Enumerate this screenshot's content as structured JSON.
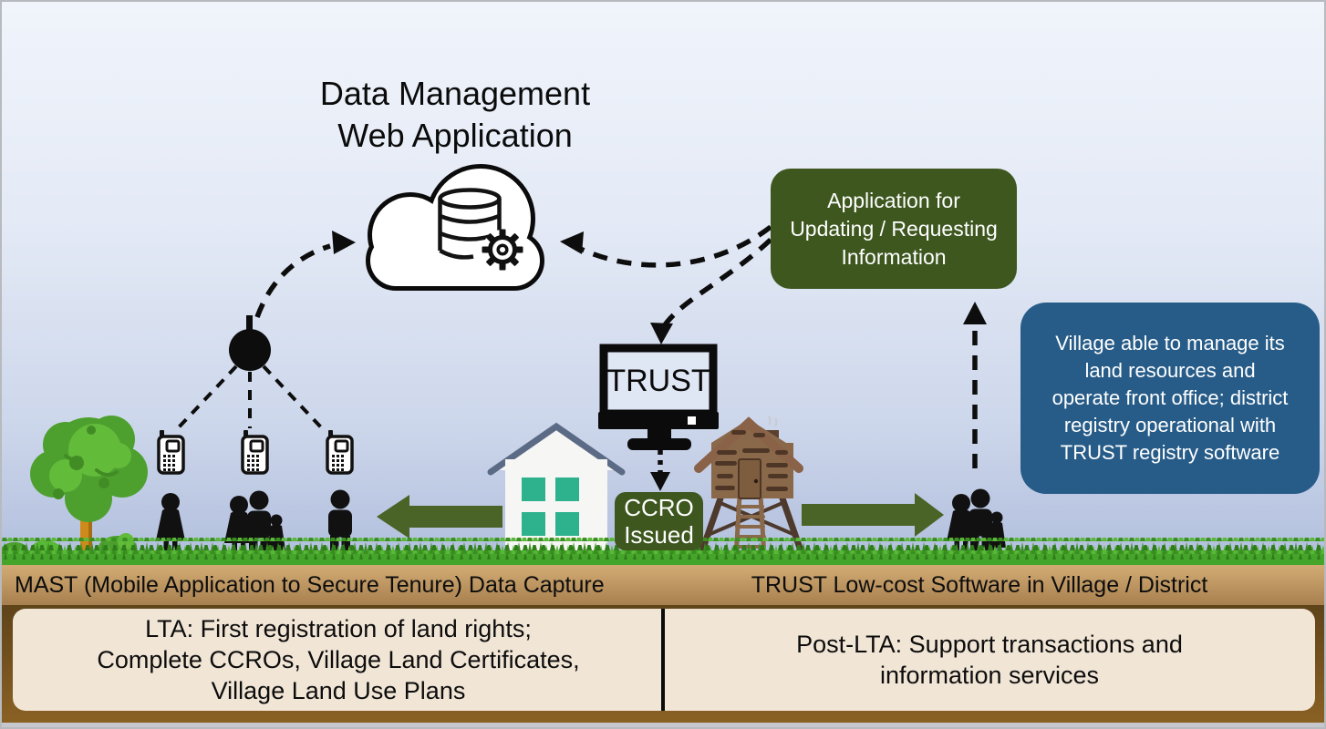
{
  "title": {
    "line1": "Data Management",
    "line2": "Web Application"
  },
  "app_box": {
    "lines": [
      "Application for",
      "Updating / Requesting",
      "Information"
    ]
  },
  "village_box": {
    "lines": [
      "Village able to manage its",
      "land resources and",
      "operate front office; district",
      "registry operational with",
      "TRUST registry software"
    ]
  },
  "monitor": {
    "label": "TRUST"
  },
  "ccro_box": {
    "lines": [
      "CCRO",
      "Issued"
    ]
  },
  "strip": {
    "left_label": "MAST (Mobile Application to Secure Tenure) Data Capture",
    "right_label": "TRUST Low-cost Software in Village / District"
  },
  "bottom": {
    "left_lines": [
      "LTA: First registration of land rights;",
      "Complete CCROs, Village Land Certificates,",
      "Village Land Use Plans"
    ],
    "right_lines": [
      "Post-LTA: Support transactions and",
      "information services"
    ]
  },
  "icons": [
    "cloud-database-icon",
    "gear-icon",
    "network-hub-icon",
    "mobile-phone-icon",
    "monitor-icon",
    "tree-icon",
    "house-icon",
    "stilt-hut-icon",
    "person-woman-icon",
    "person-man-icon",
    "person-child-icon",
    "arrow-left-icon",
    "arrow-right-icon",
    "dashed-arrow-icon"
  ],
  "colors": {
    "dark_green_box": "#3e571f",
    "olive_arrow": "#4a6326",
    "dark_blue_box": "#275c88",
    "tan_strip": "#c09a63",
    "brown_band": "#6f5120",
    "cream_box": "#f1e5d6",
    "grass_green": "#45a42a",
    "window_teal": "#2eb28d",
    "sky_top": "#f0f4fb",
    "sky_bottom": "#b3c0de"
  }
}
